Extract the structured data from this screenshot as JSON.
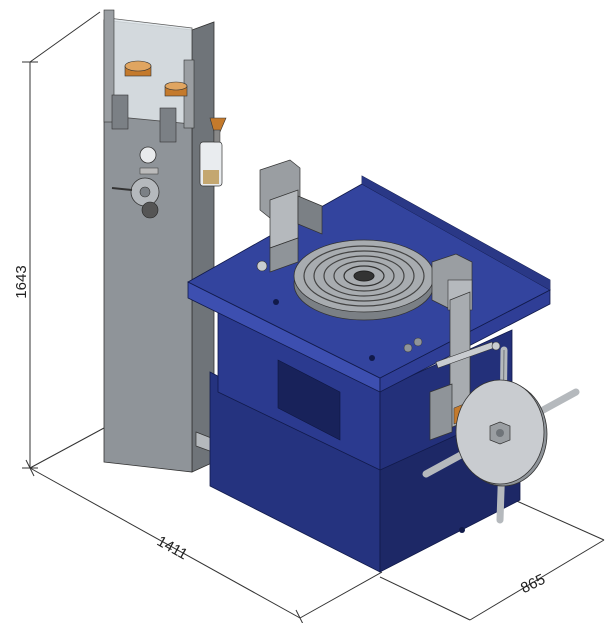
{
  "dimensions": {
    "height": "1643",
    "length": "1411",
    "width": "865"
  },
  "colors": {
    "machine_blue": "#2b3a8f",
    "machine_blue_dark": "#1d2866",
    "machine_blue_light": "#3d4fb0",
    "panel_gray": "#8f9499",
    "panel_gray_light": "#b5b9bd",
    "steel": "#c9ccd0",
    "dimension_line": "#333333",
    "brass": "#c47a2c"
  }
}
